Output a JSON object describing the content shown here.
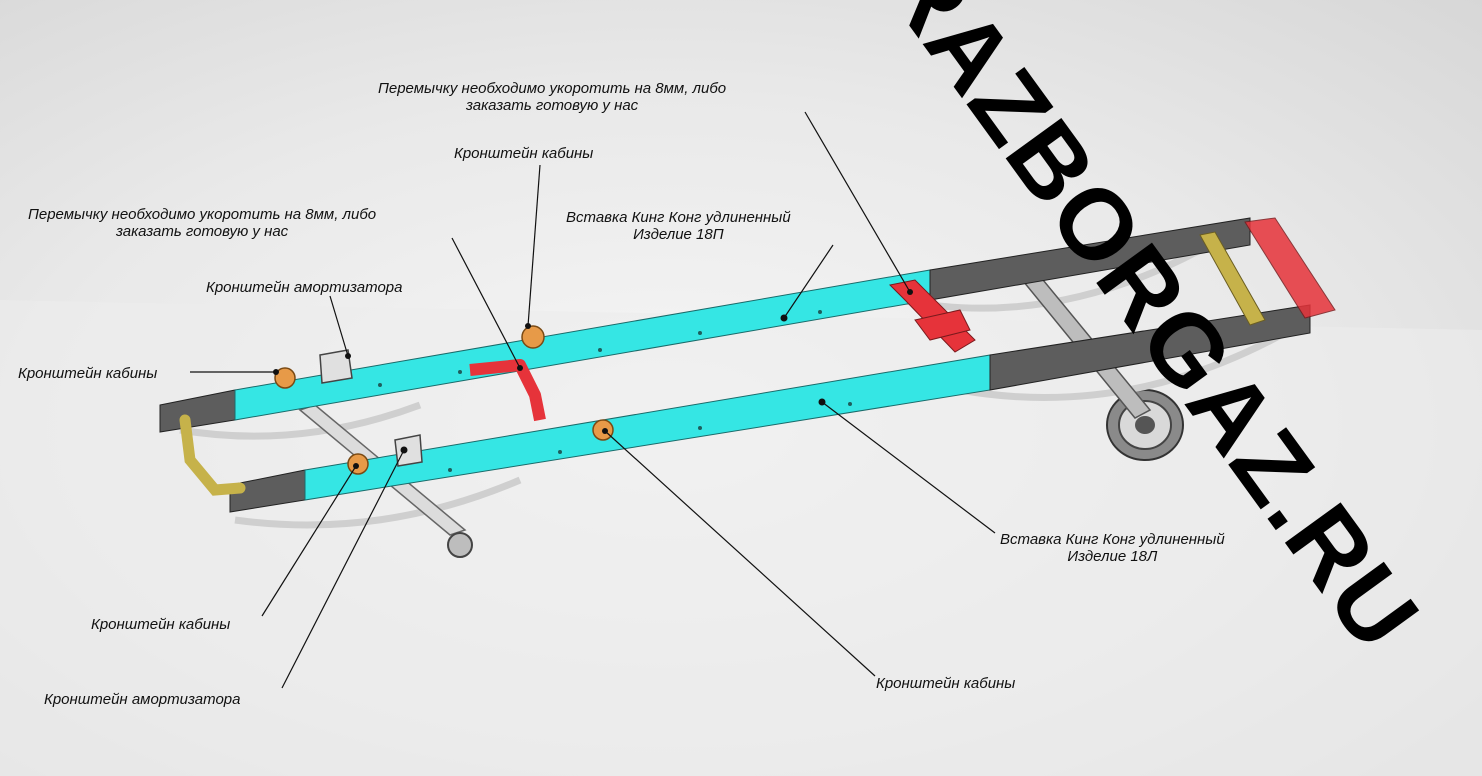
{
  "watermark": "RAZBORGAZ.RU",
  "colors": {
    "insert": "#35e6e4",
    "jumper": "#e6333a",
    "bracket": "#e79a48",
    "frame": "#5d5d5d",
    "stabilizer": "#c6b24a"
  },
  "labels": {
    "jumper_top": "Перемычку необходимо укоротить на 8мм, либо\nзаказать готовую у нас",
    "cab_bracket_top": "Кронштейн кабины",
    "jumper_left": "Перемычку необходимо укоротить на 8мм, либо\nзаказать готовую у нас",
    "insert_right": "Вставка Кинг Конг удлиненный\nИзделие 18П",
    "shock_bracket_top": "Кронштейн амортизатора",
    "cab_bracket_left": "Кронштейн кабины",
    "insert_left": "Вставка Кинг Конг удлиненный\nИзделие 18Л",
    "cab_bracket_lower": "Кронштейн кабины",
    "shock_bracket_bottom": "Кронштейн амортизатора",
    "cab_bracket_bottom": "Кронштейн кабины"
  }
}
